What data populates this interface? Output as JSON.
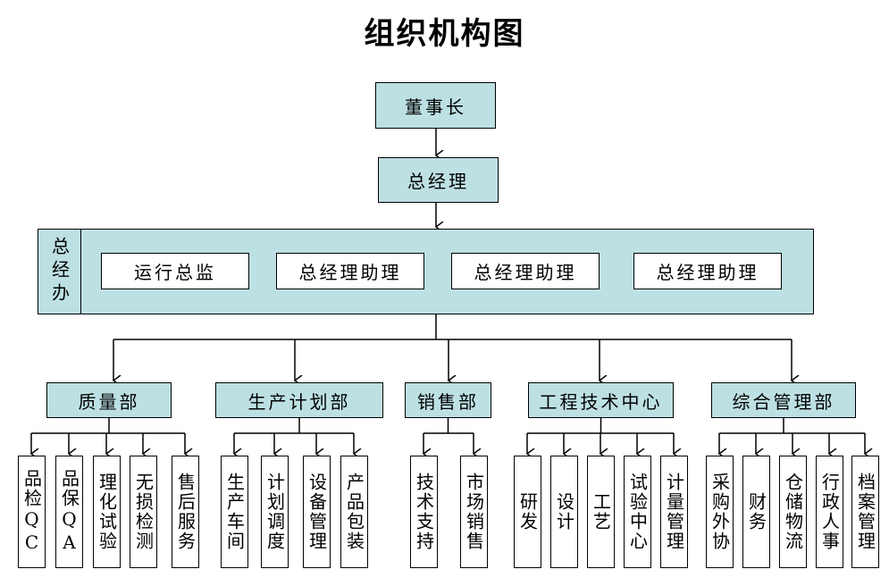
{
  "title": "组织机构图",
  "fill_color": "#bde0e3",
  "chairman": "董事长",
  "gm": "总经理",
  "office": {
    "label": "总经办",
    "members": [
      "运行总监",
      "总经理助理",
      "总经理助理",
      "总经理助理"
    ]
  },
  "departments": [
    {
      "name": "质量部",
      "units": [
        "品检QC",
        "品保QA",
        "理化试验",
        "无损检测",
        "售后服务"
      ]
    },
    {
      "name": "生产计划部",
      "units": [
        "生产车间",
        "计划调度",
        "设备管理",
        "产品包装"
      ]
    },
    {
      "name": "销售部",
      "units": [
        "技术支持",
        "市场销售"
      ]
    },
    {
      "name": "工程技术中心",
      "units": [
        "研发",
        "设计",
        "工艺",
        "试验中心",
        "计量管理"
      ]
    },
    {
      "name": "综合管理部",
      "units": [
        "采购外协",
        "财务",
        "仓储物流",
        "行政人事",
        "档案管理"
      ]
    }
  ]
}
